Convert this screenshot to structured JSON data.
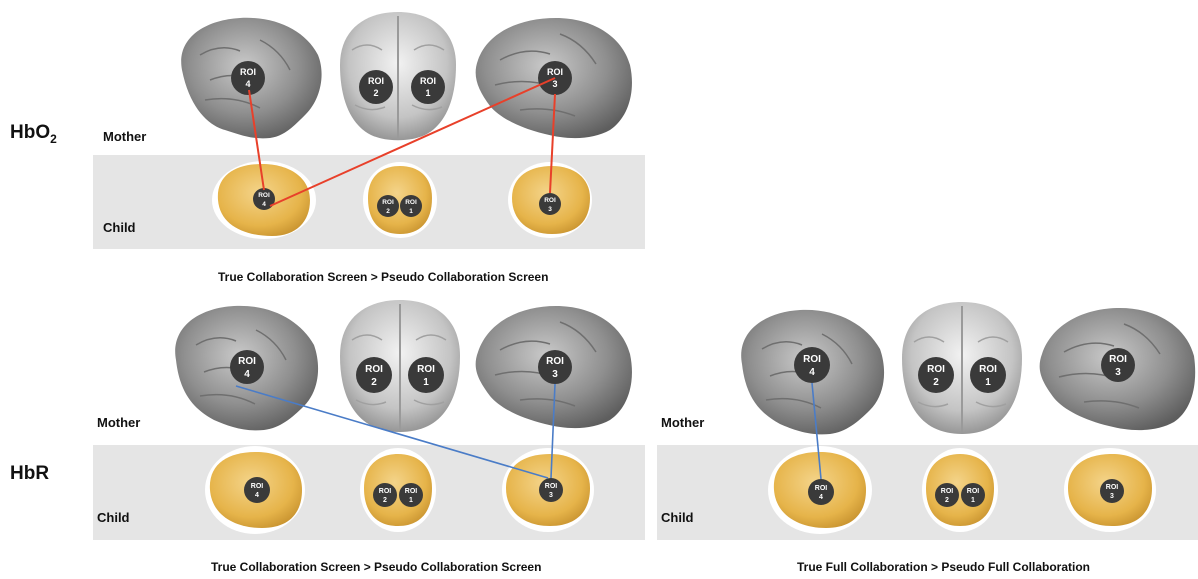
{
  "row_labels": {
    "hbo2_main": "HbO",
    "hbo2_sub": "2",
    "hbr": "HbR"
  },
  "panels": {
    "p1": {
      "mother": "Mother",
      "child": "Child",
      "condition": "True Collaboration Screen > Pseudo Collaboration Screen"
    },
    "p2": {
      "mother": "Mother",
      "child": "Child",
      "condition": "True Collaboration Screen > Pseudo Collaboration Screen"
    },
    "p3": {
      "mother": "Mother",
      "child": "Child",
      "condition": "True Full Collaboration > Pseudo Full Collaboration"
    }
  },
  "roi": {
    "word": "ROI",
    "n1": "1",
    "n2": "2",
    "n3": "3",
    "n4": "4"
  },
  "colors": {
    "hbo2_connection": "#e8402a",
    "hbr_connection": "#4a7cc7",
    "child_brain": "#e8b84a",
    "mother_brain": "#8a8a8a",
    "band": "#e5e5e5",
    "roi_marker": "#3a3a3a"
  }
}
